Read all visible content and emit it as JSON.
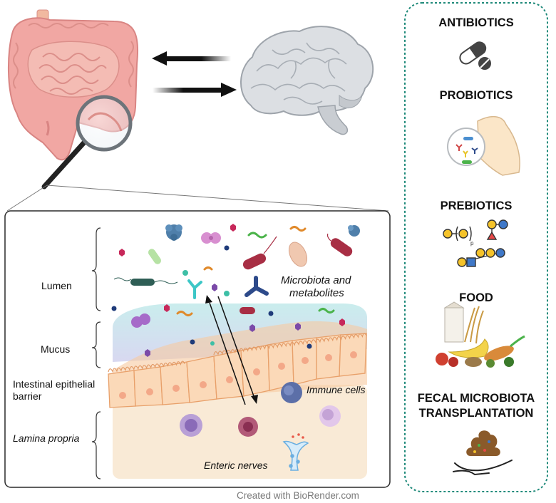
{
  "diagram": {
    "labels": {
      "lumen": "Lumen",
      "mucus": "Mucus",
      "epithelial_line1": "Intestinal epithelial",
      "epithelial_line2": "barrier",
      "lamina_propria": "Lamina propria",
      "microbiota_line1": "Microbiota and",
      "microbiota_line2": "metabolites",
      "immune_cells": "Immune cells",
      "enteric_nerves": "Enteric nerves"
    },
    "panel_titles": {
      "antibiotics": "ANTIBIOTICS",
      "probiotics": "PROBIOTICS",
      "prebiotics": "PREBIOTICS",
      "food": "FOOD",
      "fmt_line1": "FECAL MICROBIOTA",
      "fmt_line2": "TRANSPLANTATION"
    },
    "credit": "Created with BioRender.com",
    "colors": {
      "panel_border": "#1f8a7a",
      "intestine": "#f2a3a0",
      "brain": "#d9dde2",
      "mucus": "#c9e8ea",
      "epithelium": "#f9d7b8",
      "lamina": "#f9ead6"
    }
  }
}
